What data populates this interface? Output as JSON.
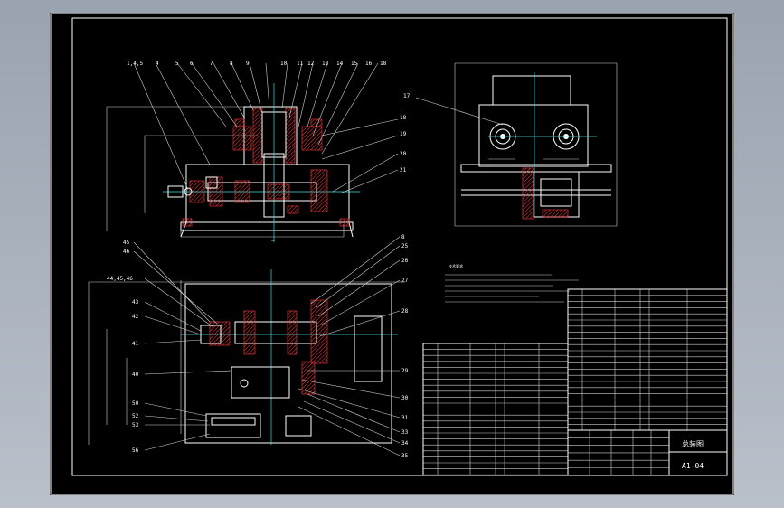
{
  "colors": {
    "background": "#000000",
    "frame": "#ffffff",
    "hatch": "#ff3b3b",
    "centerline": "#3fe0e0",
    "viewport": "#a9b1bd"
  },
  "top_view": {
    "labels": [
      "1,4,5",
      "4",
      "5",
      "6",
      "7",
      "8",
      "9",
      "10",
      "11",
      "12",
      "13",
      "14",
      "15",
      "16",
      "18"
    ],
    "right_labels": [
      "18",
      "19",
      "20",
      "21"
    ]
  },
  "side_view": {
    "labels": [
      "17"
    ]
  },
  "plan_view": {
    "left_labels": [
      "45",
      "46",
      "44,45,46",
      "43",
      "42",
      "41",
      "40",
      "50",
      "52",
      "53",
      "56"
    ],
    "right_labels": [
      "8",
      "25",
      "26",
      "27",
      "28",
      "29",
      "30",
      "31",
      "33",
      "34",
      "35"
    ]
  },
  "notes": {
    "title": "技术要求"
  },
  "title_block": {
    "drawing_name": "总装图",
    "drawing_no": "A1-04"
  }
}
